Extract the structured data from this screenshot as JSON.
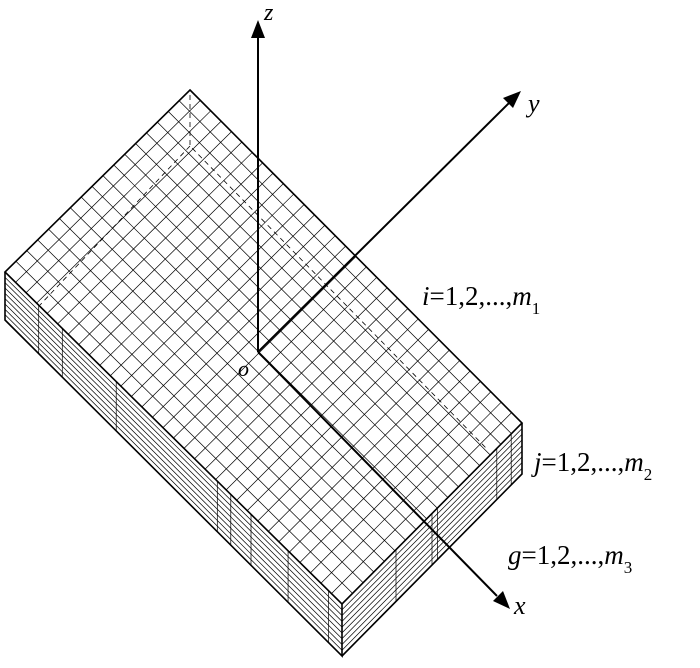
{
  "axes": {
    "z_label": "z",
    "y_label": "y",
    "x_label": "x",
    "origin_label": "o"
  },
  "index_labels": {
    "i": {
      "var": "i",
      "range": "=1,2,...,",
      "end": "m",
      "sub": "1"
    },
    "j": {
      "var": "j",
      "range": "=1,2,...,",
      "end": "m",
      "sub": "2"
    },
    "g": {
      "var": "g",
      "range": "=1,2,...,",
      "end": "m",
      "sub": "3"
    }
  },
  "colors": {
    "stroke": "#000000",
    "background": "#ffffff"
  }
}
